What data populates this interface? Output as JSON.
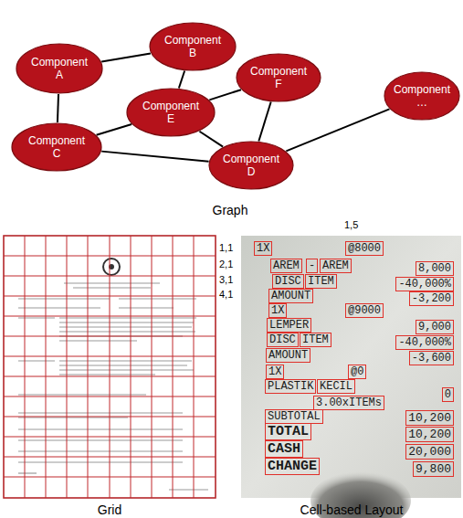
{
  "diagram": {
    "nodes": [
      {
        "text": [
          "Component A"
        ]
      },
      {
        "text": [
          "Component B"
        ]
      },
      {
        "text": [
          "Component E"
        ]
      },
      {
        "text": [
          "Component F"
        ]
      },
      {
        "text": [
          "Component C"
        ]
      },
      {
        "text": [
          "Component D"
        ]
      },
      {
        "text": [
          "Component …"
        ]
      },
      {
        "text": [
          "1X"
        ]
      },
      {
        "text": [
          "@8000"
        ]
      },
      {
        "text": [
          "AREM"
        ]
      },
      {
        "text": [
          "-"
        ]
      },
      {
        "text": [
          "AREM"
        ]
      },
      {
        "text": [
          "8,000"
        ]
      },
      {
        "text": [
          "DISC"
        ]
      },
      {
        "text": [
          "ITEM"
        ]
      },
      {
        "text": [
          "-40,000%"
        ]
      },
      {
        "text": [
          "AMOUNT"
        ]
      },
      {
        "text": [
          "-3,200"
        ]
      },
      {
        "text": [
          "1X"
        ]
      },
      {
        "text": [
          "@9000"
        ]
      },
      {
        "text": [
          "LEMPER"
        ]
      },
      {
        "text": [
          "9,000"
        ]
      },
      {
        "text": [
          "DISC"
        ]
      },
      {
        "text": [
          "ITEM"
        ]
      },
      {
        "text": [
          "-40,000%"
        ]
      },
      {
        "text": [
          "AMOUNT"
        ]
      },
      {
        "text": [
          "-3,600"
        ]
      },
      {
        "text": [
          "1X"
        ]
      },
      {
        "text": [
          "@0"
        ]
      },
      {
        "text": [
          "PLASTIK"
        ]
      },
      {
        "text": [
          "KECIL"
        ]
      },
      {
        "text": [
          "0"
        ]
      },
      {
        "text": [
          "3.00xITEMs"
        ]
      },
      {
        "text": [
          "SUBTOTAL"
        ]
      },
      {
        "text": [
          "10,200"
        ]
      },
      {
        "text": [
          "TOTAL"
        ]
      },
      {
        "text": [
          "10,200"
        ]
      },
      {
        "text": [
          "CASH"
        ]
      },
      {
        "text": [
          "20,000"
        ]
      },
      {
        "text": [
          "CHANGE"
        ]
      },
      {
        "text": [
          "9,800"
        ]
      }
    ],
    "edges": [
      {
        "from": 0,
        "to": 1,
        "arrow": "none"
      },
      {
        "from": 0,
        "to": 4,
        "arrow": "none"
      },
      {
        "from": 1,
        "to": 2,
        "arrow": "none"
      },
      {
        "from": 2,
        "to": 3,
        "arrow": "none"
      },
      {
        "from": 4,
        "to": 2,
        "arrow": "none"
      },
      {
        "from": 2,
        "to": 5,
        "arrow": "none"
      },
      {
        "from": 4,
        "to": 5,
        "arrow": "none"
      },
      {
        "from": 3,
        "to": 5,
        "arrow": "none"
      },
      {
        "from": 5,
        "to": 6,
        "arrow": "none"
      }
    ],
    "labels": [
      "Graph",
      "Grid",
      "Cell-based Layout",
      "1,5",
      "1,1",
      "2,1",
      "3,1",
      "4,1"
    ]
  }
}
